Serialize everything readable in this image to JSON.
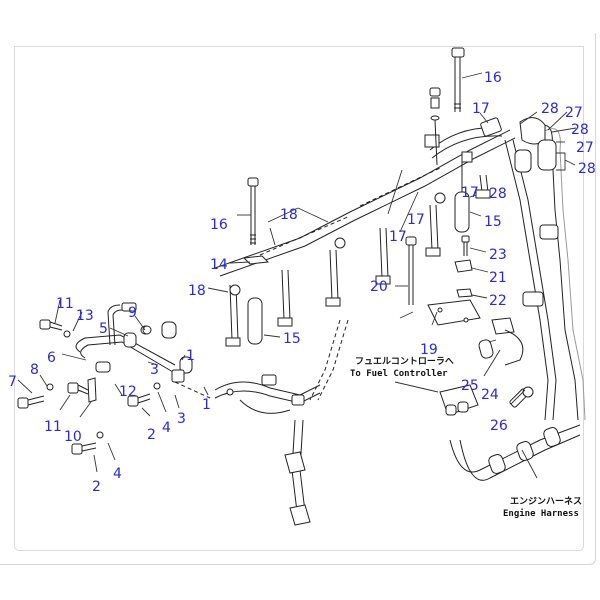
{
  "diagram": {
    "title": "Engine Harness parts diagram",
    "callout_color": "#2a2ad8",
    "callouts": {
      "c16a": "16",
      "c17a": "17",
      "c28a": "28",
      "c27a": "27",
      "c28b": "28",
      "c27b": "27",
      "c28c": "28",
      "c17b": "17",
      "c28d": "28",
      "c15a": "15",
      "c17c": "17",
      "c17d": "17",
      "c16b": "16",
      "c18a": "18",
      "c14": "14",
      "c18b": "18",
      "c15b": "15",
      "c20": "20",
      "c23": "23",
      "c21": "21",
      "c22": "22",
      "c19": "19",
      "c11a": "11",
      "c13": "13",
      "c9": "9",
      "c5": "5",
      "c6": "6",
      "c1a": "1",
      "c3a": "3",
      "c8": "8",
      "c7": "7",
      "c12": "12",
      "c1b": "1",
      "c11b": "11",
      "c10": "10",
      "c2a": "2",
      "c4a": "4",
      "c3b": "3",
      "c2b": "2",
      "c4b": "4",
      "c25": "25",
      "c24": "24",
      "c26": "26"
    },
    "notes": {
      "fuel_jp": "フュエルコントローラへ",
      "fuel_en": "To Fuel Controller",
      "harness_jp": "エンジンハーネス",
      "harness_en": "Engine Harness"
    }
  }
}
